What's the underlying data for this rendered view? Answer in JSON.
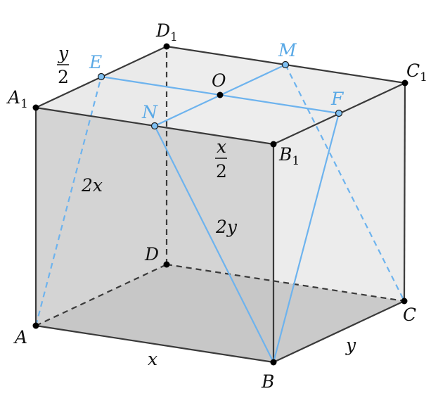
{
  "vertices": {
    "A": "A",
    "B": "B",
    "C": "C",
    "D": "D",
    "A1": "A",
    "A1_sub": "1",
    "B1": "B",
    "B1_sub": "1",
    "C1": "C",
    "C1_sub": "1",
    "D1": "D",
    "D1_sub": "1"
  },
  "points": {
    "E": "E",
    "M": "M",
    "N": "N",
    "F": "F",
    "O": "O"
  },
  "lengths": {
    "AB": "x",
    "BC": "y",
    "AA1_half": "2x",
    "NB": "2y",
    "A1E_num": "y",
    "A1E_den": "2",
    "B1N_num": "x",
    "B1N_den": "2"
  },
  "colors": {
    "edge": "#3a3a3a",
    "highlight": "#6db3ee",
    "front_face": "#d4d4d4",
    "bottom_face": "#c2c2c2"
  }
}
